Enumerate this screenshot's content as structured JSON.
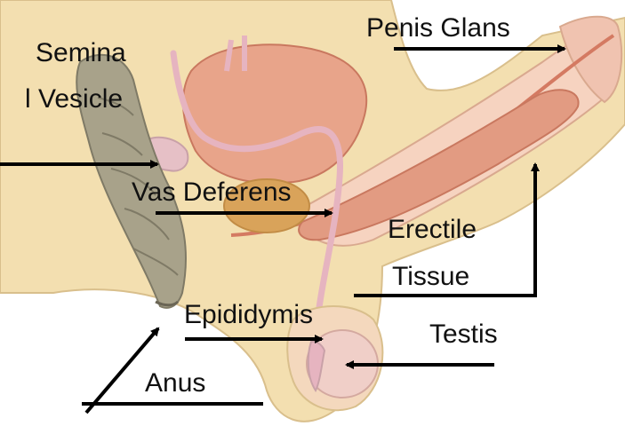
{
  "labels": {
    "penis_glans": "Penis Glans",
    "seminal_vesicle_line1": "Semina",
    "seminal_vesicle_line2": "l Vesicle",
    "vas_deferens": "Vas Deferens",
    "erectile_line1": "Erectile",
    "erectile_line2": "Tissue",
    "epididymis": "Epididymis",
    "testis": "Testis",
    "anus": "Anus"
  },
  "colors": {
    "skin": "#f3dfb0",
    "skin_outline": "#d9bf8c",
    "organ": "#e8a48a",
    "organ_dark": "#d47a62",
    "rectum": "#a8a28a",
    "rectum_dark": "#7f7a66",
    "duct": "#e6b4c0",
    "prostate": "#d9a35a",
    "testis": "#f0cfc8",
    "arrow": "#000000"
  }
}
